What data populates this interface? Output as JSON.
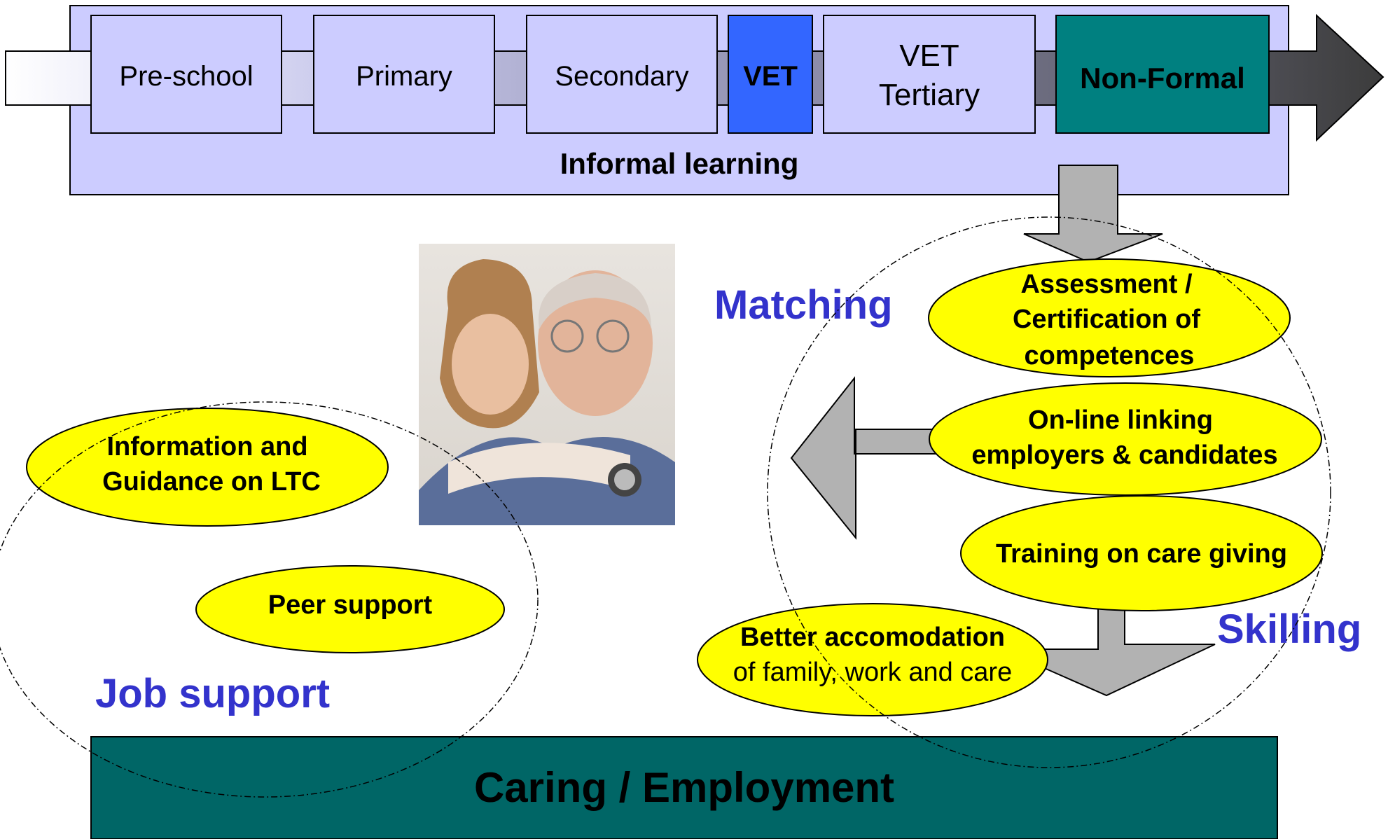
{
  "stages": {
    "preschool": "Pre-school",
    "primary": "Primary",
    "secondary": "Secondary",
    "vet": "VET",
    "vet_tertiary_1": "VET",
    "vet_tertiary_2": "Tertiary",
    "nonformal": "Non-Formal"
  },
  "informal_learning": "Informal learning",
  "labels": {
    "matching": "Matching",
    "skilling": "Skilling",
    "job_support": "Job support"
  },
  "ellipses": {
    "assessment_1": "Assessment /",
    "assessment_2": "Certification of",
    "assessment_3": "competences",
    "online_1": "On-line linking",
    "online_2": "employers & candidates",
    "training": "Training on care giving",
    "better_1": "Better accomodation",
    "better_2": "of family, work and care",
    "info_1": "Information and",
    "info_2": "Guidance on LTC",
    "peer": "Peer support"
  },
  "footer": "Caring / Employment",
  "colors": {
    "stage_fill": "#ccccff",
    "vet_fill": "#3366ff",
    "nonformal_fill": "#008080",
    "ellipse_fill": "#ffff00",
    "label_blue": "#3333cc",
    "footer_fill": "#006666",
    "arrow_grey": "#b2b2b2"
  },
  "photo": "portrait of a smiling young woman embracing an elderly man"
}
